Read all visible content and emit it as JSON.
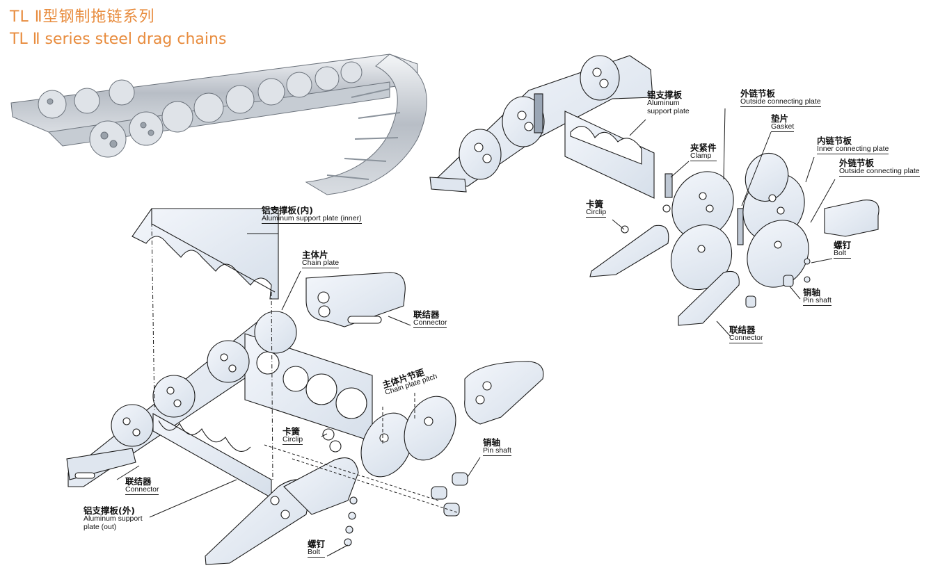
{
  "title": {
    "zh": "TL Ⅱ型钢制拖链系列",
    "en": "TL Ⅱ series steel drag chains"
  },
  "colors": {
    "title": "#e88c3e",
    "part_fill": "#e9eff7",
    "part_shade": "#c9d4e2",
    "line": "#1a1a1a"
  },
  "labels": {
    "aluminum_support_plate_top": {
      "zh": "铝支撑板",
      "en1": "Aluminum",
      "en2": "support plate"
    },
    "outside_plate_top": {
      "zh": "外链节板",
      "en": "Outside connecting plate"
    },
    "gasket_top": {
      "zh": "垫片",
      "en": "Gasket"
    },
    "clamp_top": {
      "zh": "夹紧件",
      "en": "Clamp"
    },
    "inner_plate_top": {
      "zh": "内链节板",
      "en": "Inner connecting plate"
    },
    "outside_plate_top2": {
      "zh": "外链节板",
      "en": "Outside connecting plate"
    },
    "circlip_top": {
      "zh": "卡簧",
      "en": "Circlip"
    },
    "bolt_top": {
      "zh": "螺钉",
      "en": "Bolt"
    },
    "pin_shaft_top": {
      "zh": "销轴",
      "en": "Pin shaft"
    },
    "connector_top": {
      "zh": "联结器",
      "en": "Connector"
    },
    "aluminum_support_inner": {
      "zh": "铝支撑板(内)",
      "en": "Aluminum support plate (inner)"
    },
    "chain_plate": {
      "zh": "主体片",
      "en": "Chain plate"
    },
    "connector_mid": {
      "zh": "联结器",
      "en": "Connector"
    },
    "chain_plate_pitch": {
      "zh": "主体片节距",
      "en": "Chain plate pitch"
    },
    "circlip_bottom": {
      "zh": "卡簧",
      "en": "Circlip"
    },
    "pin_shaft_bottom": {
      "zh": "销轴",
      "en": "Pin shaft"
    },
    "connector_bottom": {
      "zh": "联结器",
      "en": "Connector"
    },
    "aluminum_support_out": {
      "zh": "铝支撑板(外)",
      "en1": "Aluminum support",
      "en2": "plate (out)"
    },
    "bolt_bottom": {
      "zh": "螺钉",
      "en": "Bolt"
    }
  }
}
